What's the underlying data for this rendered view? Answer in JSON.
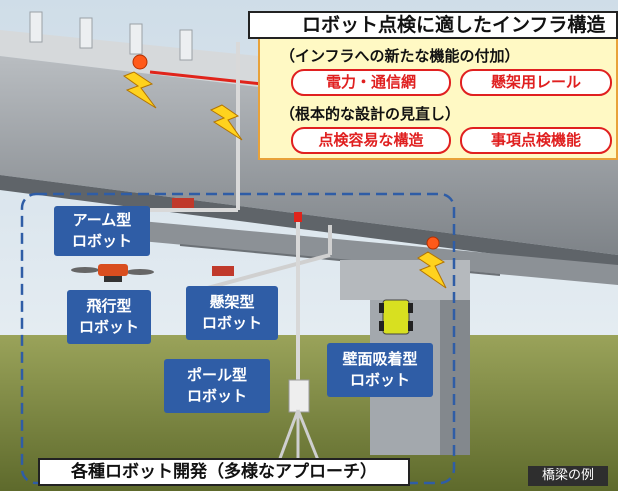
{
  "callout": {
    "title": "ロボット点検に適したインフラ構造",
    "category_new_functions": "（インフラへの新たな機能の付加）",
    "power_network": "電力・通信網",
    "suspension_rail": "懸架用レール",
    "category_redesign": "（根本的な設計の見直し）",
    "easy_inspection_structure": "点検容易な構造",
    "item_inspection_function": "事項点検機能"
  },
  "robots": {
    "arm": "アーム型\nロボット",
    "flying": "飛行型\nロボット",
    "suspended": "懸架型\nロボット",
    "pole": "ポール型\nロボット",
    "wall_adhesion": "壁面吸着型\nロボット"
  },
  "bottom_label": "各種ロボット開発（多様なアプローチ）",
  "example_tag": "橋梁の例",
  "colors": {
    "label_blue": "#2f5da6",
    "pill_red": "#e02020",
    "callout_fill": "#fff9c4",
    "callout_border": "#e8a23a",
    "dashed_border": "#2f5da6",
    "ground": "#7b8a3a",
    "sky": "#d9e6ee"
  },
  "icons": [
    "lightning-icon",
    "drone-icon",
    "wall-robot-icon",
    "pole-robot-icon"
  ]
}
